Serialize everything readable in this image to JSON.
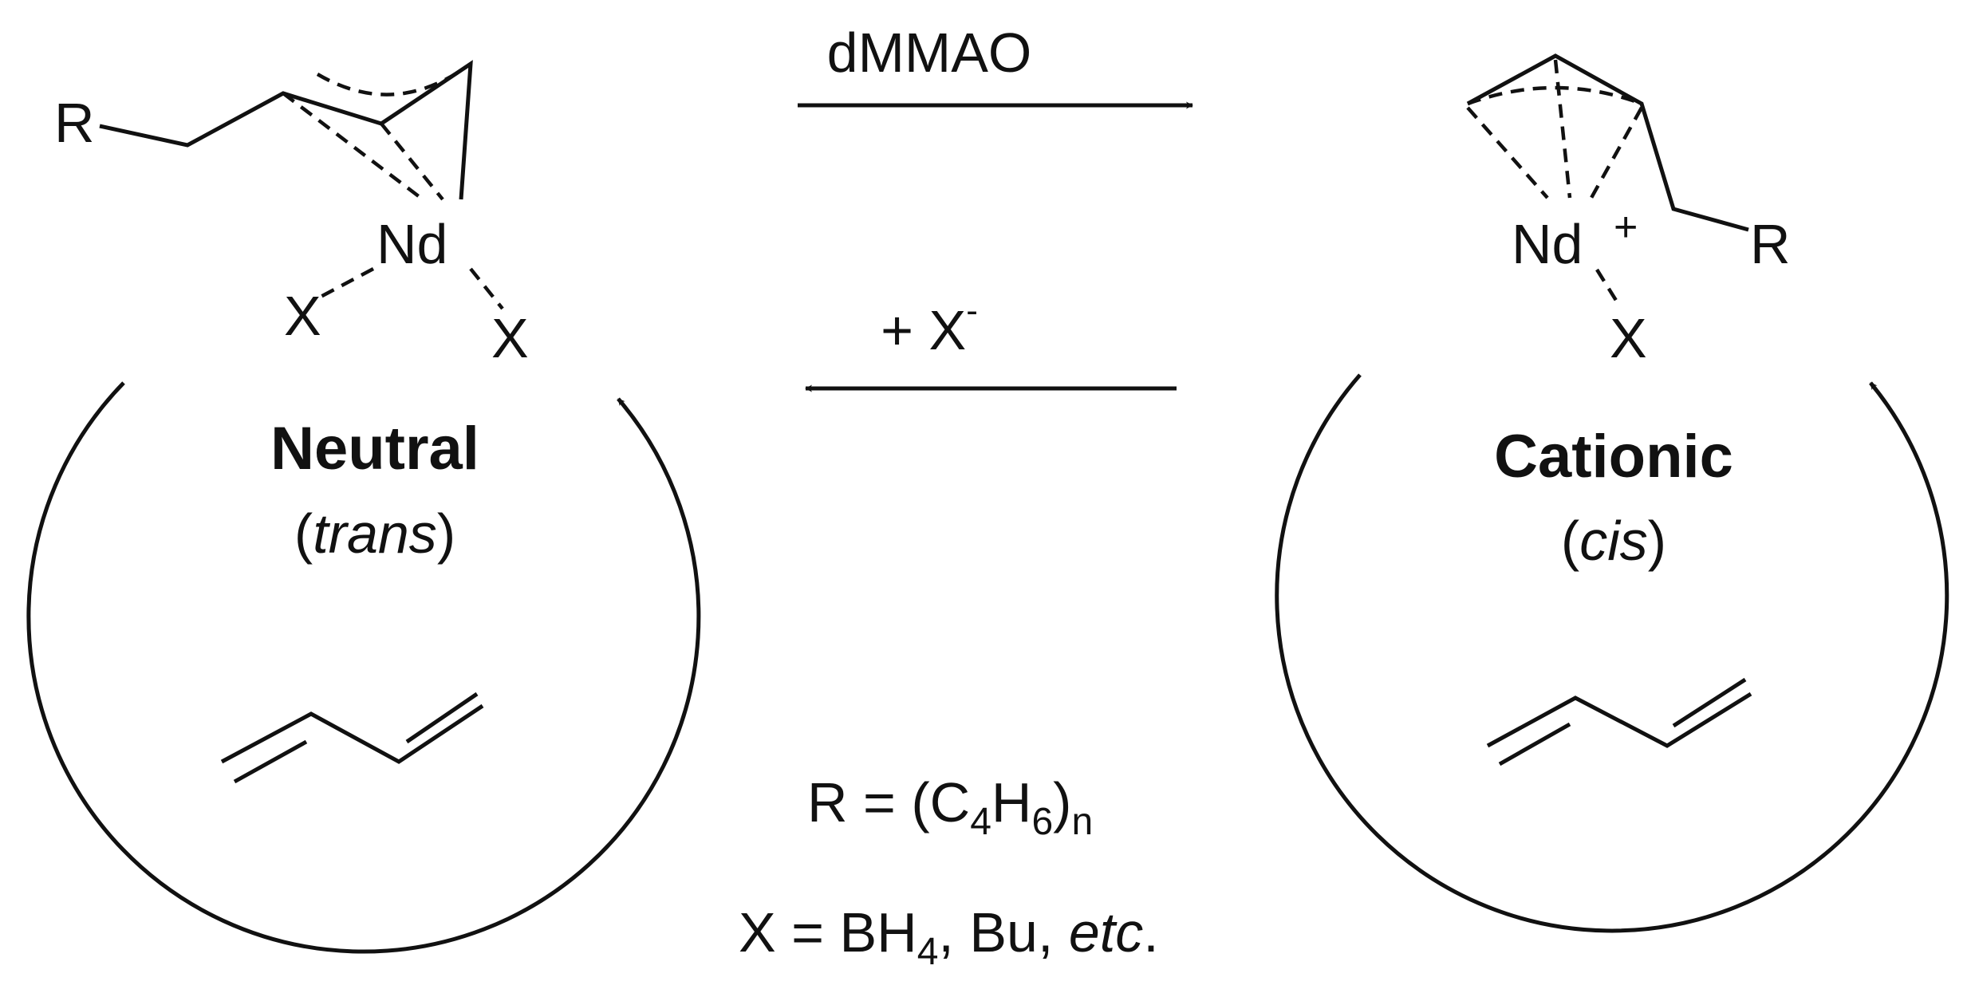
{
  "colors": {
    "ink": "#111111",
    "background": "#ffffff"
  },
  "neutral_complex": {
    "r_label": "R",
    "metal": "Nd",
    "ligand_left": "X",
    "ligand_right": "X",
    "title": "Neutral",
    "paren_open": "(",
    "isomer": "trans",
    "paren_close": ")"
  },
  "cationic_complex": {
    "r_label": "R",
    "metal": "Nd",
    "charge": "+",
    "ligand": "X",
    "title": "Cationic",
    "paren_open": "(",
    "isomer": "cis",
    "paren_close": ")"
  },
  "forward_arrow": {
    "reagent": "dMMAO"
  },
  "reverse_arrow": {
    "reagent": "+ X",
    "reagent_charge": "-"
  },
  "legend": {
    "r_def_prefix": "R = (C",
    "r_def_sub1": "4",
    "r_def_mid": "H",
    "r_def_sub2": "6",
    "r_def_close": ")",
    "r_def_sub3": "n",
    "x_def_prefix": "X = BH",
    "x_def_sub": "4",
    "x_def_mid": ", Bu, ",
    "x_def_italic": "etc",
    "x_def_end": "."
  },
  "icons": [
    "catalytic-cycle-arrow-icon",
    "butadiene-monomer-icon",
    "reaction-arrow-icon"
  ]
}
